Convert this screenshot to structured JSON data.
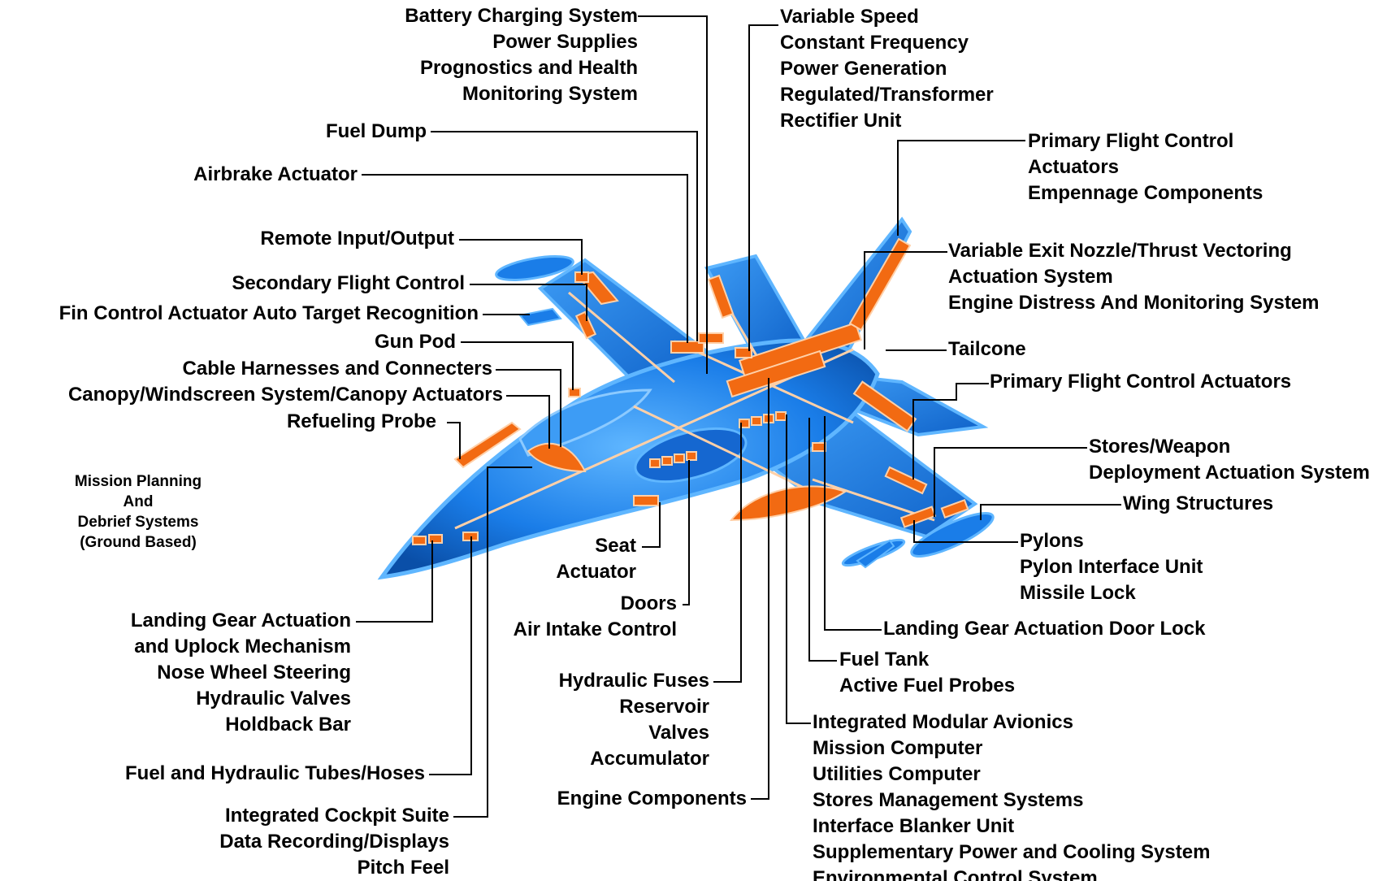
{
  "colors": {
    "fuselage": "#1a7de8",
    "fuselage_light": "#5fb6ff",
    "fuselage_dark": "#0a4fa8",
    "component": "#f26a12",
    "component_edge": "#ffd0a8",
    "wire": "#000000"
  },
  "labels": {
    "battery": [
      "Battery Charging System",
      "Power Supplies",
      "Prognostics and Health",
      "Monitoring System"
    ],
    "fuel_dump": [
      "Fuel Dump"
    ],
    "airbrake": [
      "Airbrake Actuator"
    ],
    "remote_io": [
      "Remote Input/Output"
    ],
    "secondary_fc": [
      "Secondary Flight Control"
    ],
    "fin_control": [
      "Fin Control Actuator Auto Target Recognition"
    ],
    "gun_pod": [
      "Gun Pod"
    ],
    "cable_harness": [
      "Cable Harnesses and Connecters"
    ],
    "canopy": [
      "Canopy/Windscreen System/Canopy Actuators"
    ],
    "refueling": [
      "Refueling Probe"
    ],
    "mission_planning": [
      "Mission Planning",
      "And",
      "Debrief Systems",
      "(Ground Based)"
    ],
    "landing_gear": [
      "Landing Gear Actuation",
      "and Uplock Mechanism",
      "Nose Wheel Steering",
      "Hydraulic Valves",
      "Holdback Bar"
    ],
    "fuel_tubes": [
      "Fuel and Hydraulic Tubes/Hoses"
    ],
    "cockpit": [
      "Integrated Cockpit Suite",
      "Data Recording/Displays",
      "Pitch Feel"
    ],
    "seat": [
      "Seat",
      "Actuator"
    ],
    "doors": [
      "Doors",
      "Air Intake Control"
    ],
    "hydraulic": [
      "Hydraulic Fuses",
      "Reservoir",
      "Valves",
      "Accumulator"
    ],
    "engine": [
      "Engine Components"
    ],
    "vscf": [
      "Variable Speed",
      "Constant Frequency",
      "Power Generation",
      "Regulated/Transformer",
      "Rectifier Unit"
    ],
    "primary_fc_emp": [
      "Primary Flight Control",
      "Actuators",
      "Empennage Components"
    ],
    "nozzle": [
      "Variable Exit Nozzle/Thrust Vectoring",
      "Actuation System",
      "Engine Distress And Monitoring System"
    ],
    "tailcone": [
      "Tailcone"
    ],
    "primary_fc_act": [
      "Primary Flight Control Actuators"
    ],
    "stores": [
      "Stores/Weapon",
      "Deployment Actuation System"
    ],
    "wing_struct": [
      "Wing Structures"
    ],
    "pylons": [
      "Pylons",
      "Pylon Interface Unit",
      "Missile Lock"
    ],
    "lg_door_lock": [
      "Landing Gear Actuation Door Lock"
    ],
    "fuel_tank": [
      "Fuel Tank",
      "Active Fuel Probes"
    ],
    "avionics": [
      "Integrated Modular Avionics",
      "Mission Computer",
      "Utilities Computer",
      "Stores Management Systems",
      "Interface Blanker Unit",
      "Supplementary Power and Cooling System",
      "Environmental Control System"
    ]
  }
}
